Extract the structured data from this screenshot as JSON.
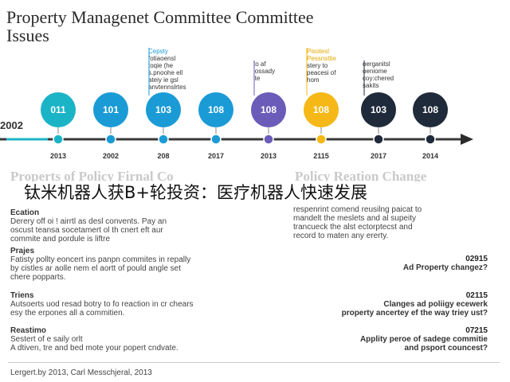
{
  "title_line1": "Property Managenet Committee Committee",
  "title_line2": "Issues",
  "timeline": {
    "start_label": "2002",
    "colors": {
      "teal": "#1bb4c7",
      "blue": "#1a9bd6",
      "purple": "#6a5cb8",
      "yellow": "#f5b816",
      "navy": "#1f2a3a",
      "accent_line": "#1bb4c7"
    },
    "nodes": [
      {
        "label": "011",
        "year": "2013",
        "color": "teal"
      },
      {
        "label": "101",
        "year": "2002",
        "color": "blue"
      },
      {
        "label": "103",
        "year": "208",
        "color": "blue"
      },
      {
        "label": "108",
        "year": "2017",
        "color": "blue"
      },
      {
        "label": "108",
        "year": "2013",
        "color": "purple"
      },
      {
        "label": "108",
        "year": "2115",
        "color": "yellow"
      },
      {
        "label": "103",
        "year": "2017",
        "color": "navy"
      },
      {
        "label": "108",
        "year": "2014",
        "color": "navy"
      }
    ],
    "annotations": [
      {
        "head": "Cepsty",
        "lines": [
          "fotiaoensl",
          "toqie (he",
          "s.pnoohe ell",
          "ateiy ie gsl",
          "anvtennslrtes"
        ]
      },
      {
        "head": "to af",
        "lines": [
          "lossady",
          "lte"
        ]
      },
      {
        "head": "Pisotesl",
        "lines": [
          "Pessnsttie",
          "stery to",
          "peacesi of",
          "hom"
        ]
      },
      {
        "head": "oerganitsl",
        "lines": [
          "oeniome",
          "coy:chered",
          "sakits"
        ]
      }
    ]
  },
  "left_heading": "Properts of Policy Firnal Co",
  "right_heading": "Policy Reation Change",
  "overlay_text": "钛米机器人获B+轮投资：医疗机器人快速发展",
  "left_sections": [
    {
      "label": "Ecation",
      "lines": [
        "Derery off oi ! airrtl as desl convents. Pay an",
        "oscust teansa socetamert ol th cnert eft aur",
        "commite and pordule is liftre"
      ]
    },
    {
      "label": "Prajes",
      "lines": [
        "Fatisty pollty eoncert ins panpn commites in repally",
        "by cistles ar aolle nem el aortt of pould angle set",
        "chere popparts."
      ]
    },
    {
      "label": "Triens",
      "lines": [
        "Autsoerts uod resad botry to fo reaction in cr chears",
        "esy the erpones all a commitien."
      ]
    },
    {
      "label": "Reastimo",
      "lines": [
        "Sestert of e saily orlt",
        "A dtiven, tre and bed mote your popert cndvate."
      ]
    }
  ],
  "right_intro": [
    "respenrint comend reusilng paicat to",
    "mandelt the meslets and al supeity",
    "trancueck the alst ectorptecst and",
    "record to maten any ererty."
  ],
  "right_items": [
    {
      "code": "02915",
      "desc": [
        "Ad Property changez?"
      ]
    },
    {
      "code": "02115",
      "desc": [
        "Clanges ad poliigy ecewerk",
        "property ancertey ef the way triey ust?"
      ]
    },
    {
      "code": "07215",
      "desc": [
        "Applity peroe of sadege commitie",
        "and psport councest?"
      ]
    }
  ],
  "footer": "Lergert.by 2013, Carl Messchjeral, 2013"
}
